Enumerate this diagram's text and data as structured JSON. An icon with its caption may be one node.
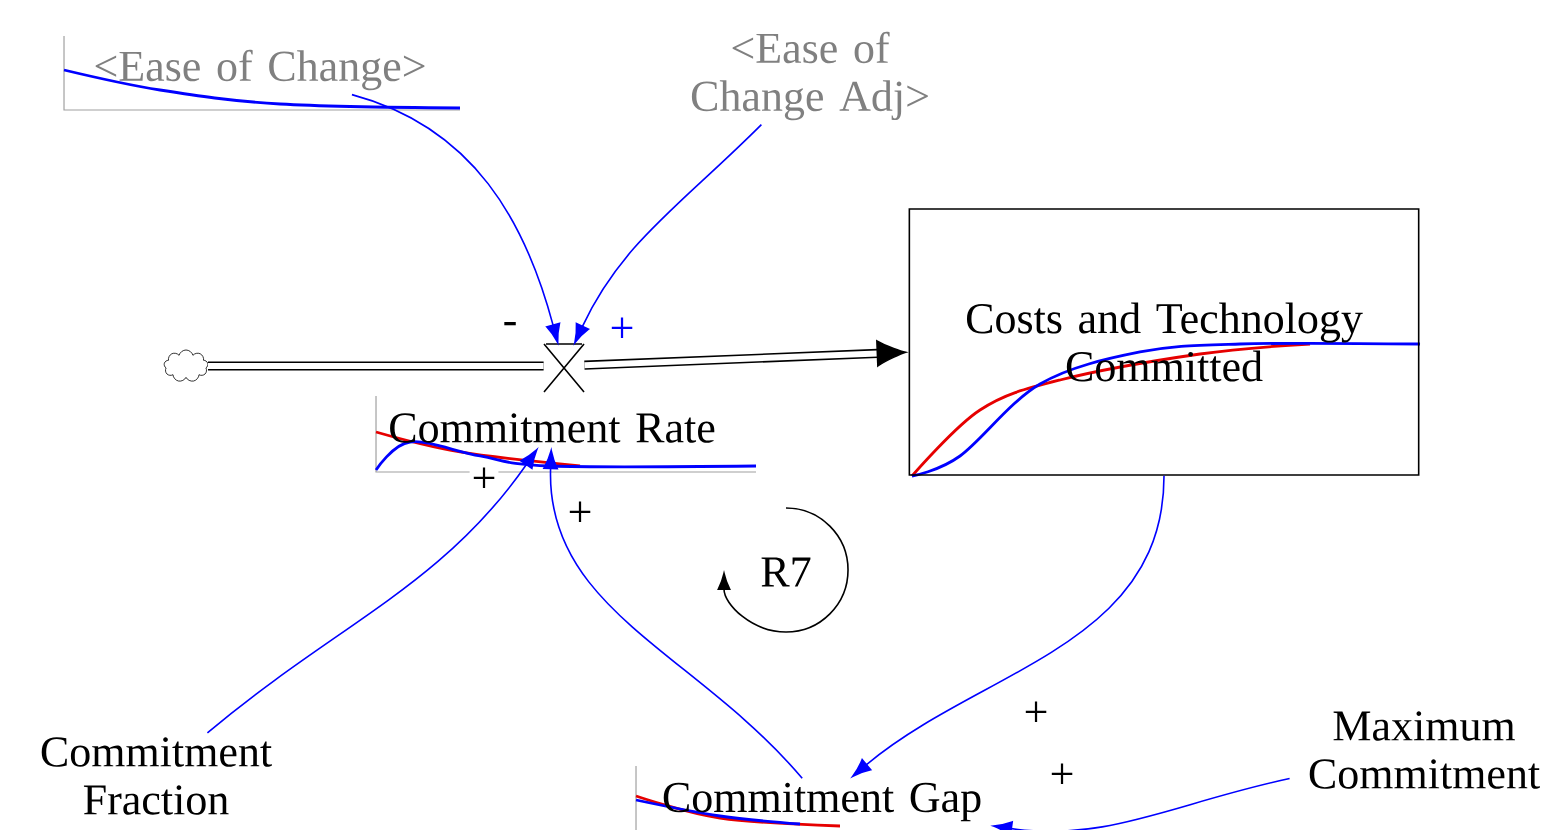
{
  "diagram": {
    "nodes": [
      {
        "text": [
          "<Ease of Change>"
        ]
      },
      {
        "text": [
          "<Ease of Change Adj>"
        ]
      },
      {
        "text": [],
        "shape": "cloud"
      },
      {
        "text": [],
        "shape": "valve"
      },
      {
        "text": [
          "Costs and Technology Committed"
        ]
      },
      {
        "text": [
          "Commitment Rate"
        ]
      },
      {
        "text": [
          "Commitment Fraction"
        ]
      },
      {
        "text": [
          "Commitment Gap"
        ]
      },
      {
        "text": [
          "Maximum Commitment"
        ]
      }
    ],
    "edges": [
      {
        "from": 0,
        "to": 3,
        "arrow": "to",
        "label": "-"
      },
      {
        "from": 1,
        "to": 3,
        "arrow": "to",
        "label": "+"
      },
      {
        "from": 2,
        "to": 3,
        "arrow": "none",
        "style": "thick",
        "color": "#000000"
      },
      {
        "from": 3,
        "to": 4,
        "arrow": "to",
        "style": "thick",
        "color": "#000000"
      },
      {
        "from": 4,
        "to": 7,
        "arrow": "to",
        "label": "+"
      },
      {
        "from": 8,
        "to": 7,
        "arrow": "to",
        "label": "+"
      },
      {
        "from": 6,
        "to": 5,
        "arrow": "to",
        "label": "+"
      },
      {
        "from": 7,
        "to": 5,
        "arrow": "to",
        "label": "+"
      }
    ],
    "labels": [
      "R7"
    ]
  }
}
